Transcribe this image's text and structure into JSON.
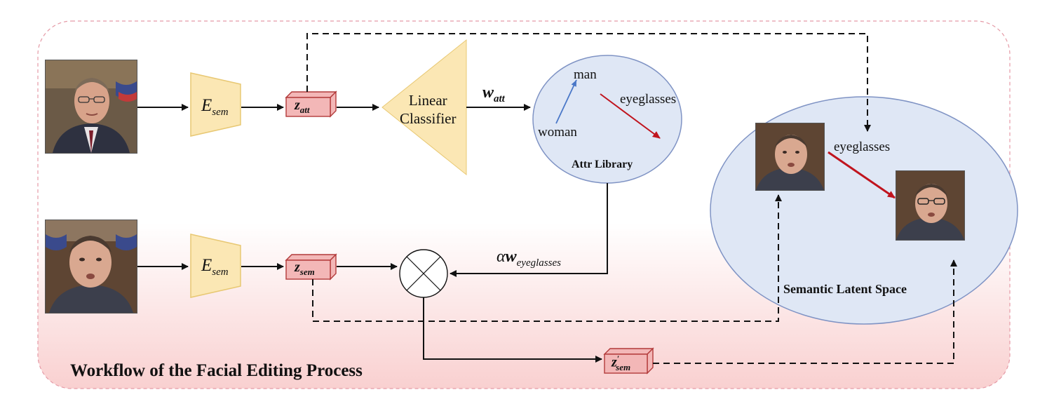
{
  "title": "Workflow of the Facial Editing Process",
  "encoders": {
    "top": {
      "symbol": "E",
      "sub": "sem"
    },
    "bottom": {
      "symbol": "E",
      "sub": "sem"
    }
  },
  "latents": {
    "z_att": {
      "symbol": "z",
      "sub": "att"
    },
    "z_sem": {
      "symbol": "z",
      "sub": "sem"
    },
    "z_sem_prime": {
      "symbol": "z",
      "sup": "′",
      "sub": "sem"
    }
  },
  "classifier": {
    "line1": "Linear",
    "line2": "Classifier"
  },
  "w_att": {
    "symbol": "w",
    "sub": "att"
  },
  "alpha_w": {
    "alpha": "α",
    "symbol": "w",
    "sub": "eyeglasses"
  },
  "attr_library": {
    "title": "Attr Library",
    "labels": {
      "man": "man",
      "woman": "woman",
      "eyeglasses": "eyeglasses"
    }
  },
  "latent_space": {
    "title": "Semantic Latent Space",
    "edit_label": "eyeglasses"
  },
  "colors": {
    "encoder_fill": "#fbe7b4",
    "encoder_stroke": "#e8c873",
    "latent_fill": "#f3b7b7",
    "latent_stroke": "#b23a3a",
    "ellipse_fill": "#dfe7f5",
    "ellipse_stroke": "#7f93c4",
    "red_arrow": "#c0141e",
    "blue_arrow": "#4a78c8",
    "frame_stroke": "#e59aa6",
    "frame_gradient_bottom": "#f9d0d0"
  }
}
